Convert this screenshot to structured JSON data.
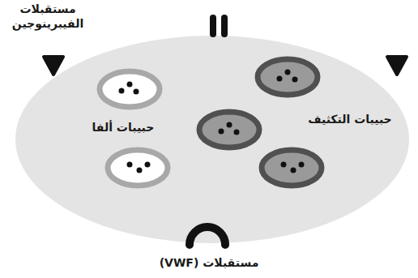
{
  "diagram": {
    "labels": [
      "مستقبلات الفيبرينوجين",
      "حبيبات ألفا",
      "حبيبات التكثيف",
      "مستقبلات (VWF)"
    ]
  }
}
